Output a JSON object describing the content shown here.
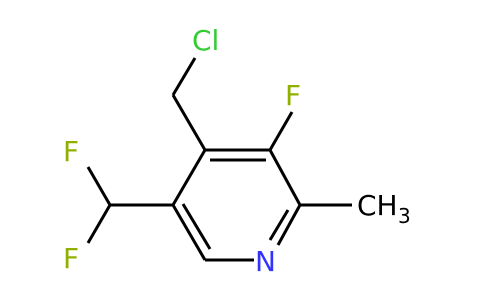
{
  "atoms": {
    "cl": {
      "text": "Cl",
      "color": "#33cc33"
    },
    "f_ring": {
      "text": "F",
      "color": "#90b000"
    },
    "f_upper": {
      "text": "F",
      "color": "#90b000"
    },
    "f_lower": {
      "text": "F",
      "color": "#90b000"
    },
    "n": {
      "text": "N",
      "color": "#3333ff"
    },
    "methyl": {
      "text": "CH",
      "subscript": "3",
      "color": "#000000"
    }
  },
  "bond_color": "#000000"
}
